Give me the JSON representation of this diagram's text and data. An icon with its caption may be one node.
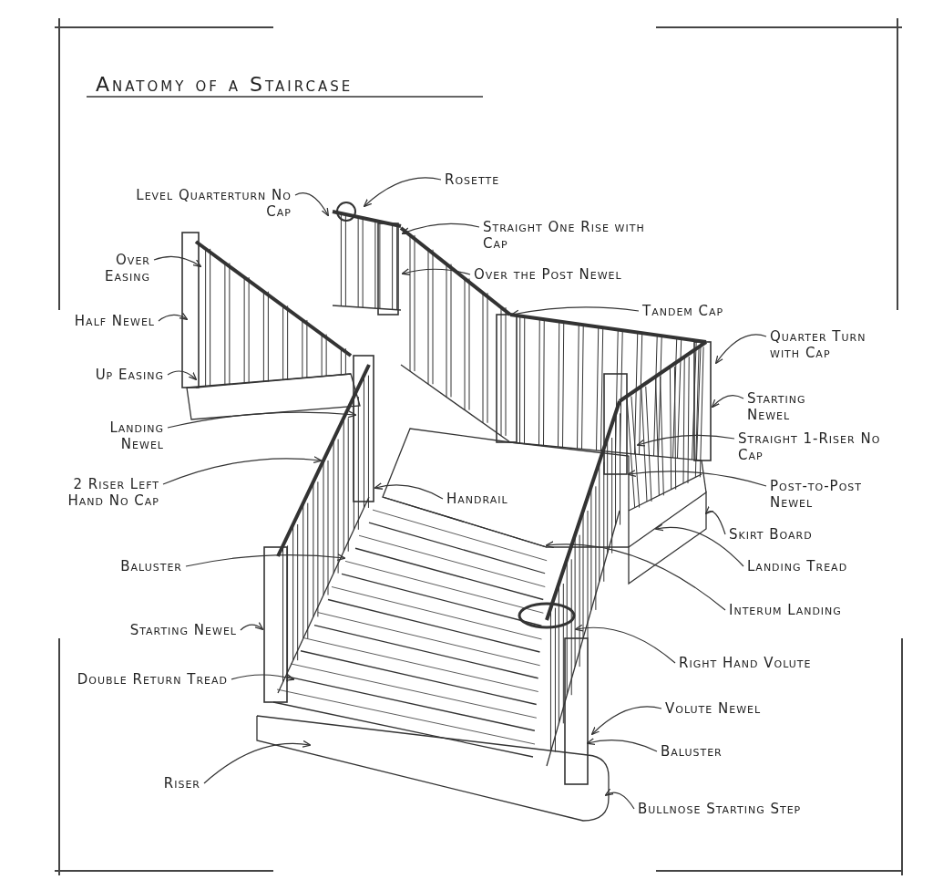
{
  "diagram": {
    "title": "Anatomy of a Staircase",
    "nodes": [
      {
        "text": [
          "Rosette"
        ]
      },
      {
        "text": [
          "Level Quarterturn No Cap"
        ]
      },
      {
        "text": [
          "Straight One Rise with Cap"
        ]
      },
      {
        "text": [
          "Over Easing"
        ]
      },
      {
        "text": [
          "Over the Post Newel"
        ]
      },
      {
        "text": [
          "Half Newel"
        ]
      },
      {
        "text": [
          "Tandem Cap"
        ]
      },
      {
        "text": [
          "Quarter Turn with Cap"
        ]
      },
      {
        "text": [
          "Up Easing"
        ]
      },
      {
        "text": [
          "Starting Newel"
        ]
      },
      {
        "text": [
          "Landing Newel"
        ]
      },
      {
        "text": [
          "Straight 1-Riser No Cap"
        ]
      },
      {
        "text": [
          "2 Riser Left Hand No Cap"
        ]
      },
      {
        "text": [
          "Handrail"
        ]
      },
      {
        "text": [
          "Post-to-Post Newel"
        ]
      },
      {
        "text": [
          "Skirt Board"
        ]
      },
      {
        "text": [
          "Baluster"
        ]
      },
      {
        "text": [
          "Landing Tread"
        ]
      },
      {
        "text": [
          "Interum Landing"
        ]
      },
      {
        "text": [
          "Starting Newel"
        ]
      },
      {
        "text": [
          "Right Hand Volute"
        ]
      },
      {
        "text": [
          "Double Return Tread"
        ]
      },
      {
        "text": [
          "Volute Newel"
        ]
      },
      {
        "text": [
          "Baluster"
        ]
      },
      {
        "text": [
          "Riser"
        ]
      },
      {
        "text": [
          "Bullnose Starting Step"
        ]
      }
    ],
    "edges": [
      {
        "from": 0,
        "to": null,
        "arrow": "to"
      },
      {
        "from": 1,
        "to": null,
        "arrow": "to"
      },
      {
        "from": 2,
        "to": null,
        "arrow": "to"
      },
      {
        "from": 3,
        "to": null,
        "arrow": "to"
      },
      {
        "from": 4,
        "to": null,
        "arrow": "to"
      },
      {
        "from": 5,
        "to": null,
        "arrow": "to"
      },
      {
        "from": 6,
        "to": null,
        "arrow": "to"
      },
      {
        "from": 7,
        "to": null,
        "arrow": "to"
      },
      {
        "from": 8,
        "to": null,
        "arrow": "to"
      },
      {
        "from": 9,
        "to": null,
        "arrow": "to"
      },
      {
        "from": 10,
        "to": null,
        "arrow": "to"
      },
      {
        "from": 11,
        "to": null,
        "arrow": "to"
      },
      {
        "from": 12,
        "to": null,
        "arrow": "to"
      },
      {
        "from": 13,
        "to": null,
        "arrow": "to"
      },
      {
        "from": 14,
        "to": null,
        "arrow": "to"
      },
      {
        "from": 15,
        "to": null,
        "arrow": "to"
      },
      {
        "from": 16,
        "to": null,
        "arrow": "to"
      },
      {
        "from": 17,
        "to": null,
        "arrow": "to"
      },
      {
        "from": 18,
        "to": null,
        "arrow": "to"
      },
      {
        "from": 19,
        "to": null,
        "arrow": "to"
      },
      {
        "from": 20,
        "to": null,
        "arrow": "to"
      },
      {
        "from": 21,
        "to": null,
        "arrow": "to"
      },
      {
        "from": 22,
        "to": null,
        "arrow": "to"
      },
      {
        "from": 23,
        "to": null,
        "arrow": "to"
      },
      {
        "from": 24,
        "to": null,
        "arrow": "to"
      },
      {
        "from": 25,
        "to": null,
        "arrow": "to"
      }
    ]
  }
}
